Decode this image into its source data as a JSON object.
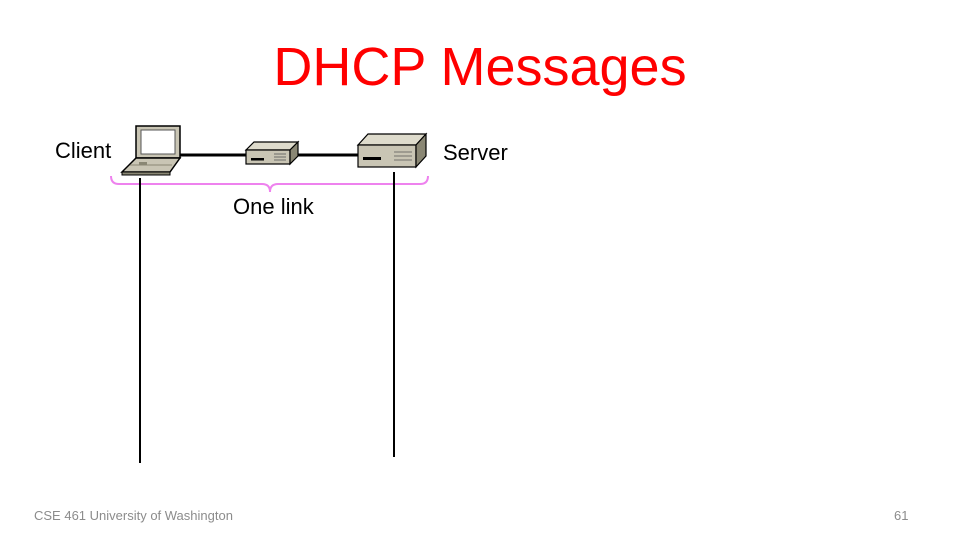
{
  "slide": {
    "title": "DHCP Messages",
    "client_label": "Client",
    "server_label": "Server",
    "link_label": "One link",
    "footer_left": "CSE 461 University of Washington",
    "page_number": "61"
  },
  "colors": {
    "title": "#ff0000",
    "brace": "#ee82ee",
    "device_body": "#c9c5b4",
    "device_side": "#8a8774",
    "line": "#000000",
    "footer": "#8c8c8c"
  },
  "icons": {
    "client_device": "laptop-icon",
    "middle_device": "switch-icon",
    "server_device": "server-icon"
  }
}
